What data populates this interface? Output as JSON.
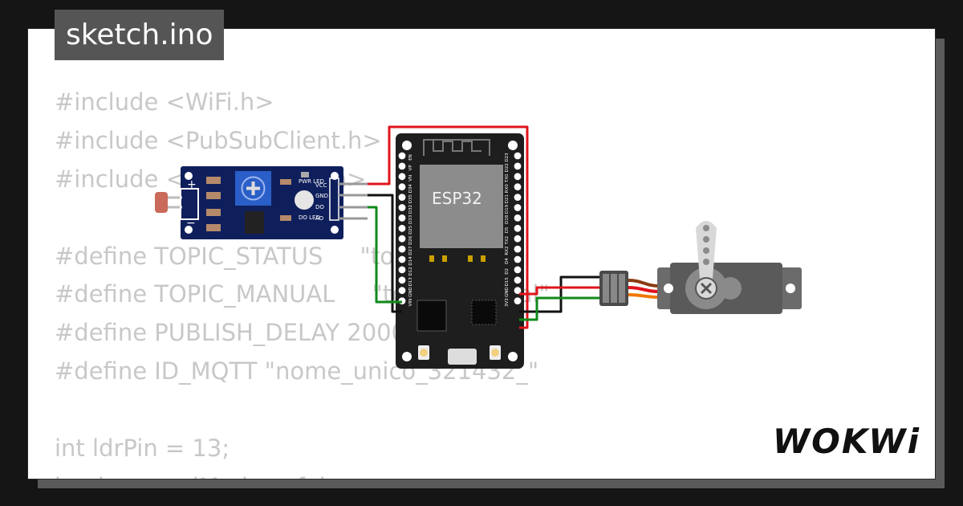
{
  "tab": {
    "filename": "sketch.ino"
  },
  "code_lines": [
    "#include <WiFi.h>",
    "#include <PubSubClient.h>",
    "#include <ESP32Servo.h>",
    "",
    "#define TOPIC_STATUS     \"topic_status\"",
    "#define TOPIC_MANUAL     \"topic_manual\"",
    "#define PUBLISH_DELAY 2000",
    "#define ID_MQTT \"nome_unico_321432_\"",
    "",
    "int ldrPin = 13;",
    "bool manualMode = false;"
  ],
  "esp32": {
    "chip_label": "ESP32",
    "left_pins": [
      "EN",
      "VP",
      "VN",
      "D34",
      "D35",
      "D32",
      "D33",
      "D25",
      "D26",
      "D27",
      "D14",
      "D12",
      "D13",
      "GND",
      "VIN"
    ],
    "right_pins": [
      "D23",
      "D22",
      "TX0",
      "RX0",
      "D21",
      "D19",
      "D18",
      "D5",
      "TX2",
      "RX2",
      "D4",
      "D2",
      "D15",
      "GND",
      "3V3"
    ]
  },
  "ldr_module": {
    "pins": [
      "VCC",
      "GND",
      "DO",
      "AO"
    ],
    "led_labels": [
      "PWR LED",
      "DO LED"
    ],
    "polarity": [
      "+",
      "−"
    ]
  },
  "wire_colors": {
    "red": "#e0141c",
    "black": "#111111",
    "green": "#0f8a1a",
    "orange": "#f07800",
    "brown": "#8a3a10",
    "gray": "#999999"
  },
  "brand": {
    "logo_text": "WOKWi"
  }
}
